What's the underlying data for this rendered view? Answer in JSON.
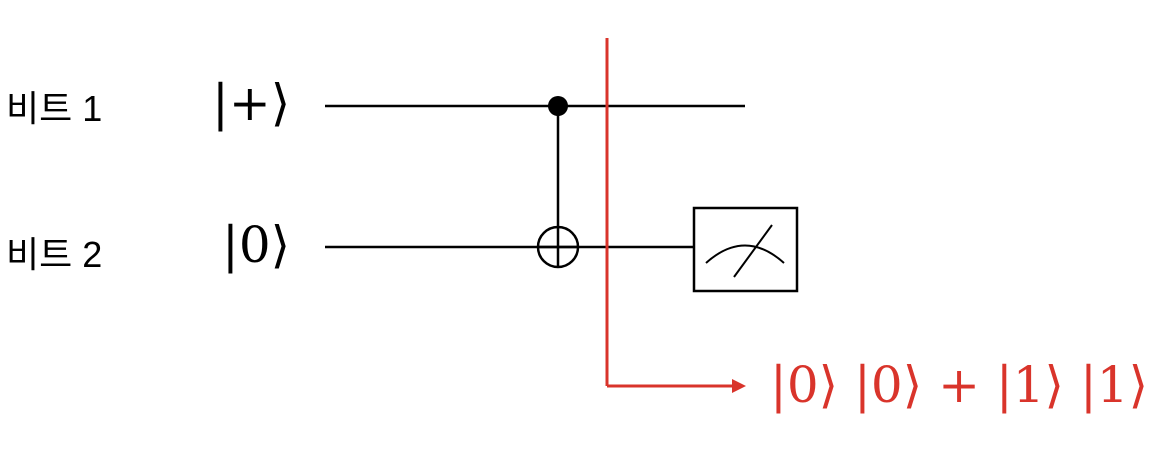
{
  "qubits": [
    {
      "label": "비트 1",
      "state": "|+⟩"
    },
    {
      "label": "비트 2",
      "state": "|0⟩"
    }
  ],
  "result": {
    "text": "|0⟩ |0⟩ + |1⟩ |1⟩"
  },
  "colors": {
    "wire": "#000000",
    "cut_marker": "#d9342b"
  },
  "icons": [
    "control-dot-icon",
    "cnot-target-icon",
    "measurement-meter-icon",
    "arrow-right-icon"
  ]
}
